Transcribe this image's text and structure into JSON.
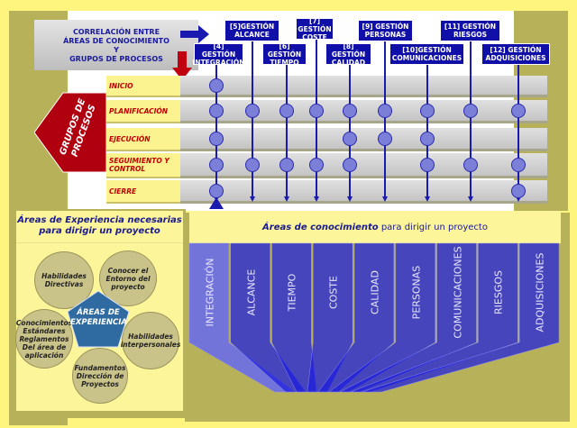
{
  "title": {
    "line1": "CORRELACIÓN ENTRE",
    "line2": "ÁREAS DE CONOCIMIENTO",
    "line3": "Y",
    "line4": "GRUPOS DE PROCESOS"
  },
  "grupos_label": "GRUPOS DE PROCESOS",
  "process_groups": [
    "INICIO",
    "PLANIFICACIÓN",
    "EJECUCIÓN",
    "SEGUIMIENTO Y CONTROL",
    "CIERRE"
  ],
  "knowledge_headers": [
    {
      "id": "[4] GESTIÓN",
      "name": "INTEGRACIÓN"
    },
    {
      "id": "[5]GESTIÓN",
      "name": "ALCANCE"
    },
    {
      "id": "[6] GESTIÓN",
      "name": "TIEMPO"
    },
    {
      "id": "[7] GESTIÓN",
      "name": "COSTE"
    },
    {
      "id": "[8] GESTIÓN",
      "name": "CALIDAD"
    },
    {
      "id": "[9] GESTIÓN",
      "name": "PERSONAS"
    },
    {
      "id": "[10]GESTIÓN",
      "name": "COMUNICACIONES"
    },
    {
      "id": "[11] GESTIÓN",
      "name": "RIESGOS"
    },
    {
      "id": "[12] GESTIÓN",
      "name": "ADQUISICIONES"
    }
  ],
  "matrix": [
    [
      1,
      0,
      0,
      0,
      0,
      0,
      0,
      0,
      0
    ],
    [
      1,
      1,
      1,
      1,
      1,
      1,
      1,
      1,
      1
    ],
    [
      1,
      0,
      0,
      0,
      1,
      1,
      1,
      0,
      0
    ],
    [
      1,
      1,
      1,
      1,
      1,
      0,
      1,
      1,
      1
    ],
    [
      1,
      0,
      0,
      0,
      0,
      0,
      0,
      0,
      1
    ]
  ],
  "experience": {
    "title_line1": "Áreas de Experiencia necesarias",
    "title_line2": "para dirigir un proyecto",
    "center": "ÁREAS DE EXPERIENCIA",
    "circles": [
      "Habilidades Directivas",
      "Conocer el Entorno del proyecto",
      "Habilidades interpersonales",
      "Fundamentos Dirección de Proyectos",
      "Conocimientos Estándares Reglamentos Del área de aplicación"
    ]
  },
  "knowledge": {
    "title_bold": "Áreas de conocimiento",
    "title_rest": " para dirigir un proyecto",
    "areas": [
      "INTEGRACIÓN",
      "ALCANCE",
      "TIEMPO",
      "COSTE",
      "CALIDAD",
      "PERSONAS",
      "COMUNICACIONES",
      "RIESGOS",
      "ADQUISICIONES"
    ]
  },
  "colors": {
    "header_blue": "#1010a8",
    "red": "#b00010",
    "yellow": "#fdf57e",
    "olive": "#b7b15a"
  }
}
